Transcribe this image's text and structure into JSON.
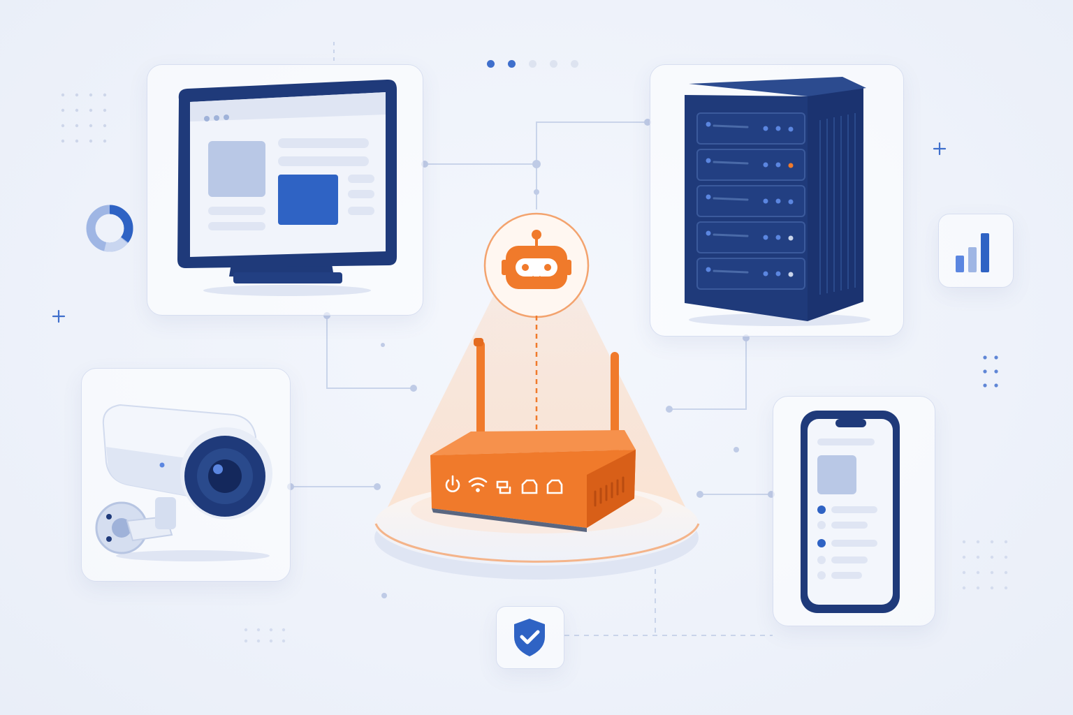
{
  "colors": {
    "navy": "#1f3a7a",
    "blue_accent": "#2f63c4",
    "light_blue": "#b9c8e6",
    "orange": "#f07a2b",
    "orange_dark": "#d85f18",
    "connector": "#c9d4ea",
    "card_border": "#d7def0",
    "background": "#eef2fa"
  },
  "icons": {
    "hub": "router-icon",
    "agent": "robot-icon",
    "security": "shield-check-icon",
    "analytics": "bar-chart-icon",
    "donut": "donut-chart-icon"
  },
  "devices": [
    {
      "name": "desktop-monitor",
      "icon": "monitor-icon"
    },
    {
      "name": "server-rack",
      "icon": "server-icon"
    },
    {
      "name": "security-camera",
      "icon": "camera-icon"
    },
    {
      "name": "smartphone",
      "icon": "phone-icon"
    }
  ],
  "router_ports": [
    "power-icon",
    "wifi-icon",
    "link-icon",
    "lan-icon",
    "wan-icon"
  ],
  "page_indicator": {
    "count": 5,
    "active": [
      0,
      1
    ]
  }
}
